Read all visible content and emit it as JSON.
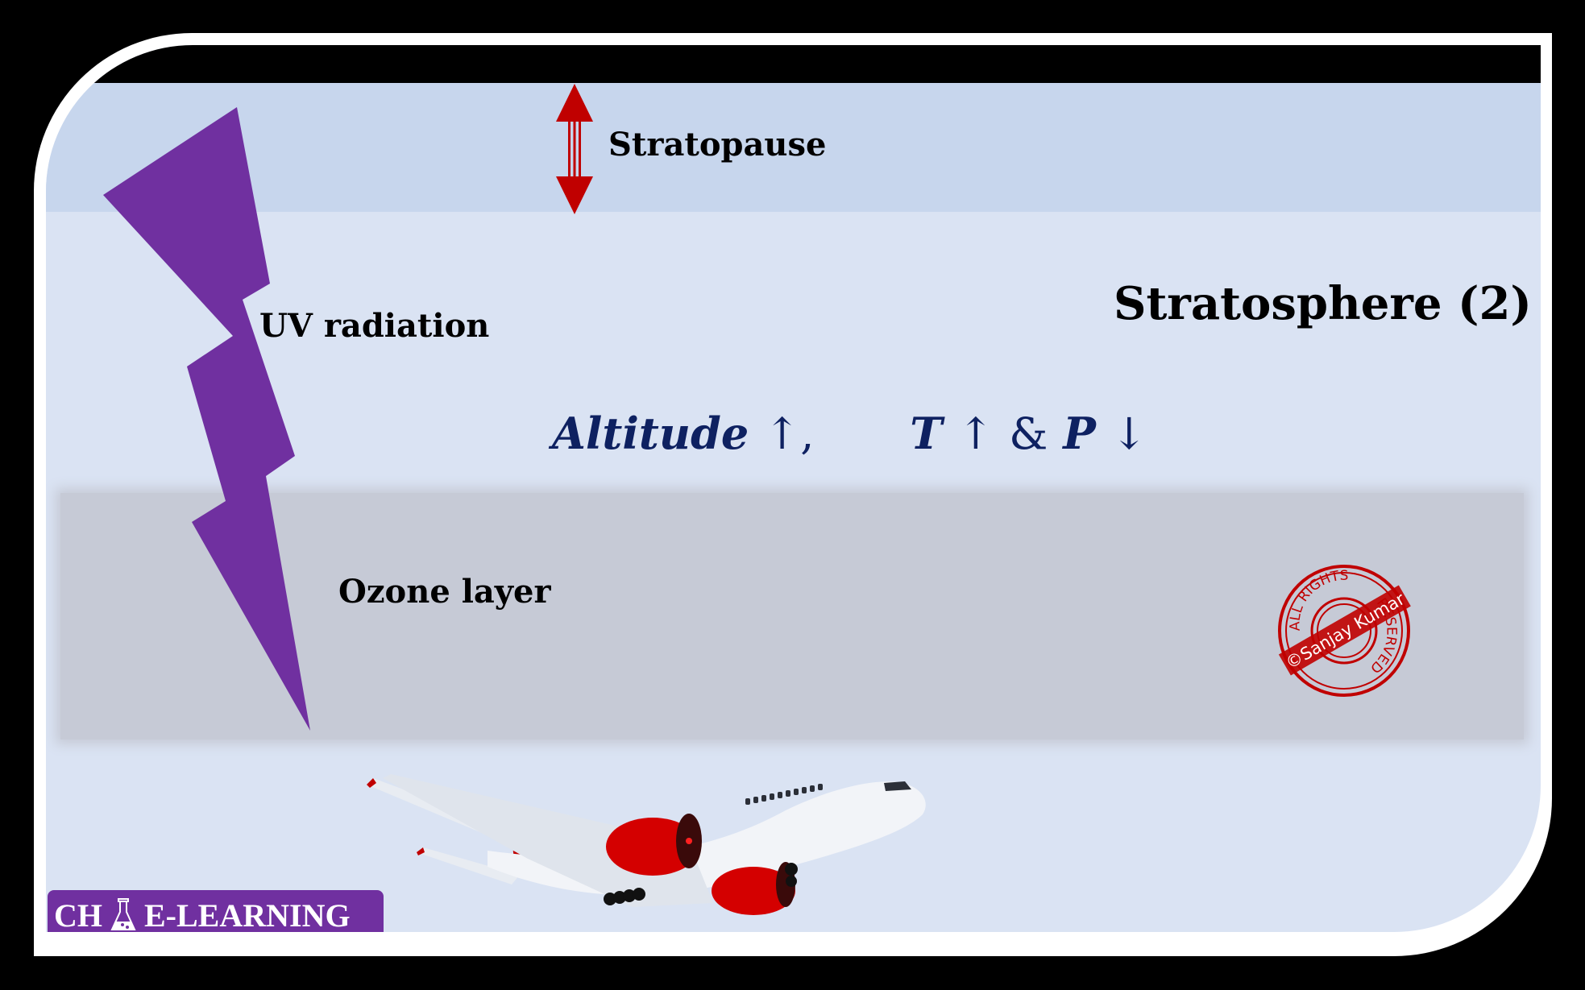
{
  "slide": {
    "title": "Stratosphere (2)",
    "labels": {
      "stratopause": "Stratopause",
      "uv_radiation": "UV radiation",
      "ozone_layer": "Ozone layer"
    },
    "formula": {
      "altitude": "Altitude",
      "altitude_arrow": "↑,",
      "temperature": "T",
      "temperature_arrow": "↑",
      "ampersand": "&",
      "pressure": "P",
      "pressure_arrow": "↓"
    },
    "watermark": {
      "top_text": "ALL RIGHTS",
      "band_text": "©Sanjay Kumar",
      "bottom_text": "RESERVED"
    },
    "logo": {
      "left_text": "CH",
      "right_text": "E-LEARNING"
    }
  },
  "colors": {
    "bolt": "#7030a0",
    "arrow": "#c00000",
    "stratopause_band": "#c7d6ed",
    "background": "#dae3f3",
    "ozone_band": "#c6cad6",
    "formula_text": "#0e2161",
    "logo_bg": "#7030a0"
  }
}
